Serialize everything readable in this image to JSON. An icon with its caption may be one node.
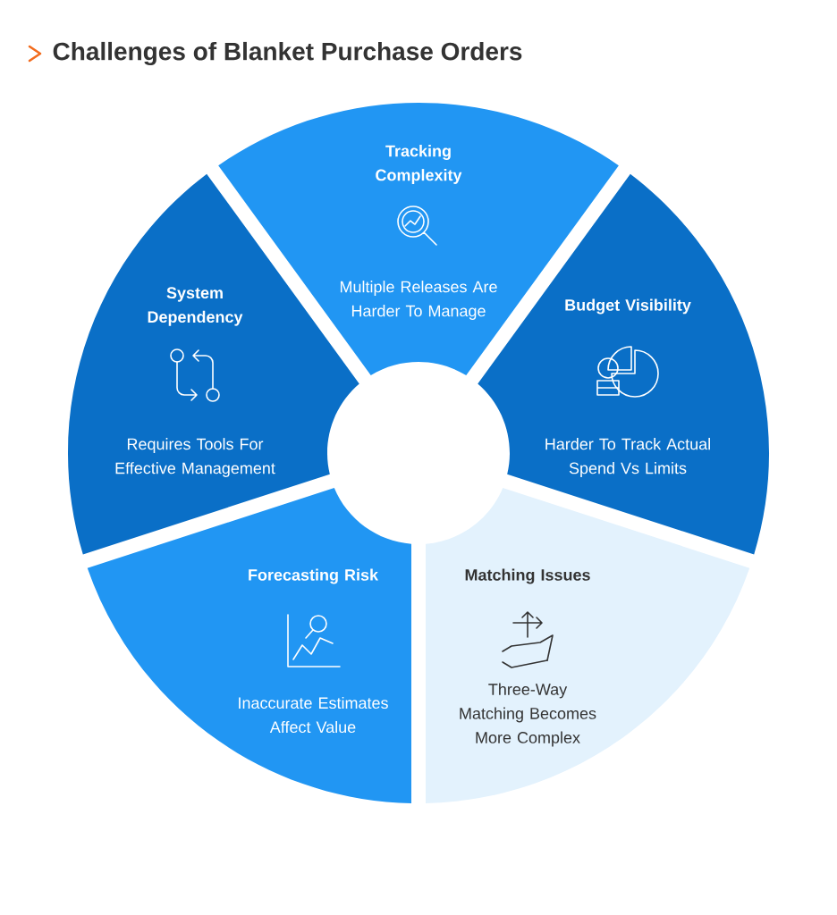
{
  "diagram": {
    "title": "Challenges of Blanket Purchase Orders",
    "nodes": [
      {
        "text": [
          "Tracking Complexity",
          "Multiple Releases Are Harder To Manage"
        ]
      },
      {
        "text": [
          "System Dependency",
          "Requires Tools For Effective Management"
        ]
      },
      {
        "text": [
          "Budget Visibility",
          "Harder To Track Actual Spend Vs Limits"
        ]
      },
      {
        "text": [
          "Forecasting Risk",
          "Inaccurate Estimates Affect Value"
        ]
      },
      {
        "text": [
          "Matching Issues",
          "Three-Way Matching Becomes More Complex"
        ]
      }
    ],
    "edges": []
  }
}
